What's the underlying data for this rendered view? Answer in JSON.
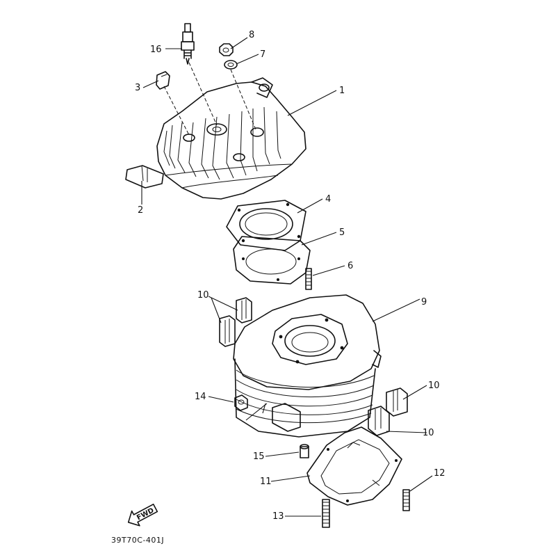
{
  "diagram": {
    "part_numbers": {
      "p1": "1",
      "p2": "2",
      "p3": "3",
      "p4": "4",
      "p5": "5",
      "p6": "6",
      "p7": "7",
      "p8": "8",
      "p9": "9",
      "p10a": "10",
      "p10b": "10",
      "p10c": "10",
      "p11": "11",
      "p12": "12",
      "p13": "13",
      "p14": "14",
      "p15": "15",
      "p16": "16"
    },
    "fwd_label": "FWD",
    "drawing_code": "39T70C-401J"
  }
}
